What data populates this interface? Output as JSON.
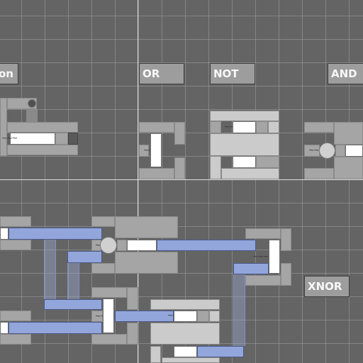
{
  "gates": {
    "partial_label": "on",
    "or_label": "OR",
    "not_label": "NOT",
    "and_label": "AND",
    "xnor_label": "XNOR"
  },
  "signal_icon": "~~~",
  "colors": {
    "background": "#646464",
    "grid": "#a0a0a0",
    "block": "#a5a5a5",
    "active_wire": "#93a6db"
  }
}
